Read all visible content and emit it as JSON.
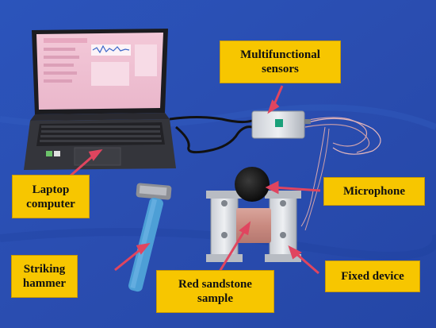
{
  "labels": {
    "multifunctional_sensors": [
      "Multifunctional",
      "sensors"
    ],
    "laptop_computer": [
      "Laptop",
      "computer"
    ],
    "microphone": [
      "Microphone"
    ],
    "striking_hammer": [
      "Striking",
      "hammer"
    ],
    "red_sandstone_sample": [
      "Red sandstone",
      "sample"
    ],
    "fixed_device": [
      "Fixed device"
    ]
  },
  "colors": {
    "background_cloth": "#2a4fb4",
    "label_fill": "#f7c600",
    "arrow": "#e0455f"
  }
}
